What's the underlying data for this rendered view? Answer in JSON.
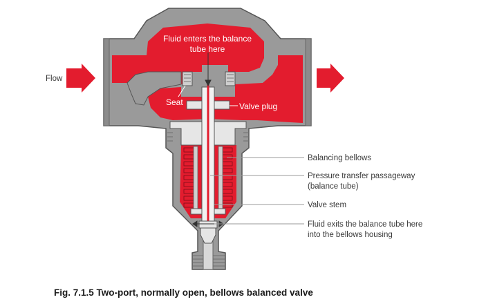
{
  "labels": {
    "flow": "Flow",
    "fluid_enters_line1": "Fluid enters the balance",
    "fluid_enters_line2": "tube here",
    "seat": "Seat",
    "valve_plug": "Valve plug",
    "balancing_bellows": "Balancing bellows",
    "pressure_transfer_line1": "Pressure transfer passageway",
    "pressure_transfer_line2": "(balance tube)",
    "valve_stem": "Valve stem",
    "fluid_exits_line1": "Fluid exits the balance tube here",
    "fluid_exits_line2": "into the bellows housing"
  },
  "caption": "Fig. 7.1.5 Two-port, normally open, bellows balanced valve",
  "colors": {
    "fluid": "#e31c2e",
    "body": "#9a9a9a",
    "outline": "#555555",
    "metal_light": "#e6e6e6",
    "leader": "#9a9a9a"
  }
}
